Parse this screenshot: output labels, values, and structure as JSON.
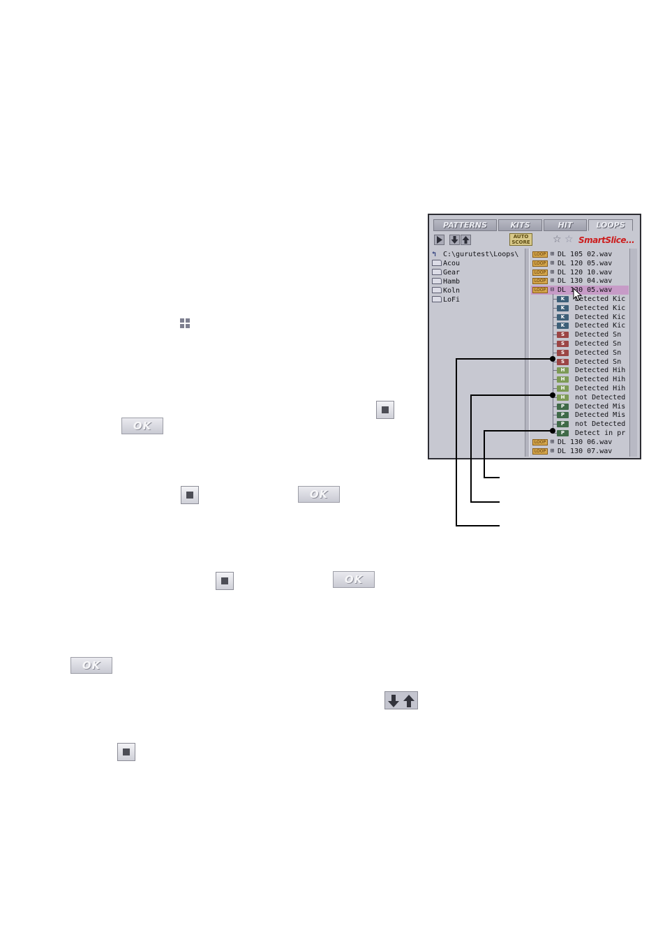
{
  "page_widgets": {
    "ok_label": "OK"
  },
  "browser": {
    "tabs": [
      {
        "label": "PATTERNS",
        "active": false
      },
      {
        "label": "KITS",
        "active": false
      },
      {
        "label": "HIT",
        "active": false
      },
      {
        "label": "LOOPS",
        "active": true
      }
    ],
    "auto_score_line1": "AUTO",
    "auto_score_line2": "SCORE",
    "smartslice_label": "SmartSlice...",
    "current_path": "C:\\gurutest\\Loops\\",
    "folders": [
      "Acou",
      "Gear",
      "Hamb",
      "Koln",
      "LoFi"
    ],
    "loop_tag": "LOOP",
    "loops_before": [
      "DL 105 02.wav",
      "DL 120 05.wav",
      "DL 120 10.wav",
      "DL 130 04.wav"
    ],
    "selected_loop": "DL 130 05.wav",
    "hits": [
      {
        "tag": "K",
        "name": "Detected Kic",
        "color": "#3d5f78"
      },
      {
        "tag": "K",
        "name": "Detected Kic",
        "color": "#3d5f78"
      },
      {
        "tag": "K",
        "name": "Detected Kic",
        "color": "#3d5f78"
      },
      {
        "tag": "K",
        "name": "Detected Kic",
        "color": "#3d5f78"
      },
      {
        "tag": "S",
        "name": "Detected Sn",
        "color": "#9b4545"
      },
      {
        "tag": "S",
        "name": "Detected Sn",
        "color": "#9b4545"
      },
      {
        "tag": "S",
        "name": "Detected Sn",
        "color": "#9b4545"
      },
      {
        "tag": "S",
        "name": "Detected Sn",
        "color": "#9b4545"
      },
      {
        "tag": "H",
        "name": "Detected Hih",
        "color": "#7d9a55"
      },
      {
        "tag": "H",
        "name": "Detected Hih",
        "color": "#7d9a55"
      },
      {
        "tag": "H",
        "name": "Detected Hih",
        "color": "#7d9a55"
      },
      {
        "tag": "H",
        "name": "not Detected",
        "color": "#7d9a55"
      },
      {
        "tag": "P",
        "name": "Detected Mis",
        "color": "#3f6a48"
      },
      {
        "tag": "P",
        "name": "Detected Mis",
        "color": "#3f6a48"
      },
      {
        "tag": "P",
        "name": "not Detected",
        "color": "#3f6a48"
      },
      {
        "tag": "P",
        "name": "Detect in pr",
        "color": "#3f6a48"
      }
    ],
    "loops_after": [
      "DL 130 06.wav",
      "DL 130 07.wav"
    ]
  }
}
